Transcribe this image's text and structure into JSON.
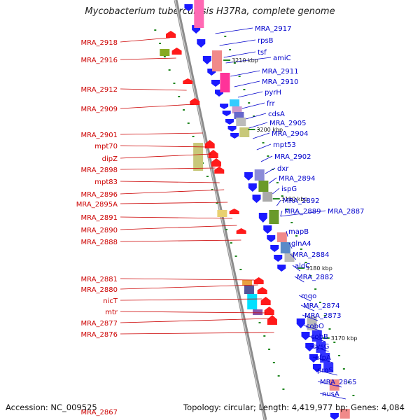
{
  "title": "Mycobacterium tuberculosis H37Ra, complete genome",
  "footer": {
    "accession": "Accession: NC_009525",
    "summary": "Topology: circular; Length: 4,419,977 bp; Genes: 4,084"
  },
  "colors": {
    "backbone": "#8c8c8c",
    "forward_gene": "#1a1aff",
    "reverse_gene": "#ff1a1a",
    "label_left": "#cc0000",
    "label_right": "#0000cc",
    "tick": "#228822"
  },
  "ruler_labels": [
    "3210 kbp",
    "3200 kbp",
    "3190 kbp",
    "3180 kbp",
    "3170 kbp"
  ],
  "left_labels": [
    "MRA_2918",
    "MRA_2916",
    "MRA_2912",
    "MRA_2909",
    "MRA_2901",
    "mpt70",
    "dipZ",
    "MRA_2898",
    "mpt83",
    "MRA_2896",
    "MRA_2895A",
    "MRA_2891",
    "MRA_2890",
    "MRA_2888",
    "MRA_2881",
    "MRA_2880",
    "nicT",
    "mtr",
    "MRA_2877",
    "MRA_2876",
    "MRA_2867"
  ],
  "right_labels": [
    "MRA_2917",
    "rpsB",
    "tsf",
    "amiC",
    "MRA_2911",
    "MRA_2910",
    "pyrH",
    "frr",
    "cdsA",
    "MRA_2905",
    "MRA_2904",
    "mpt53",
    "MRA_2902",
    "dxr",
    "MRA_2894",
    "ispG",
    "MRA_2892",
    "MRA_2889",
    "MRA_2887",
    "mapB",
    "glnA4",
    "MRA_2884",
    "aldC",
    "MRA_2882",
    "mqo",
    "MRA_2874",
    "MRA_2873",
    "cobO",
    "cobB",
    "cysG",
    "efpA",
    "proS",
    "MRA_2865",
    "nusA"
  ]
}
